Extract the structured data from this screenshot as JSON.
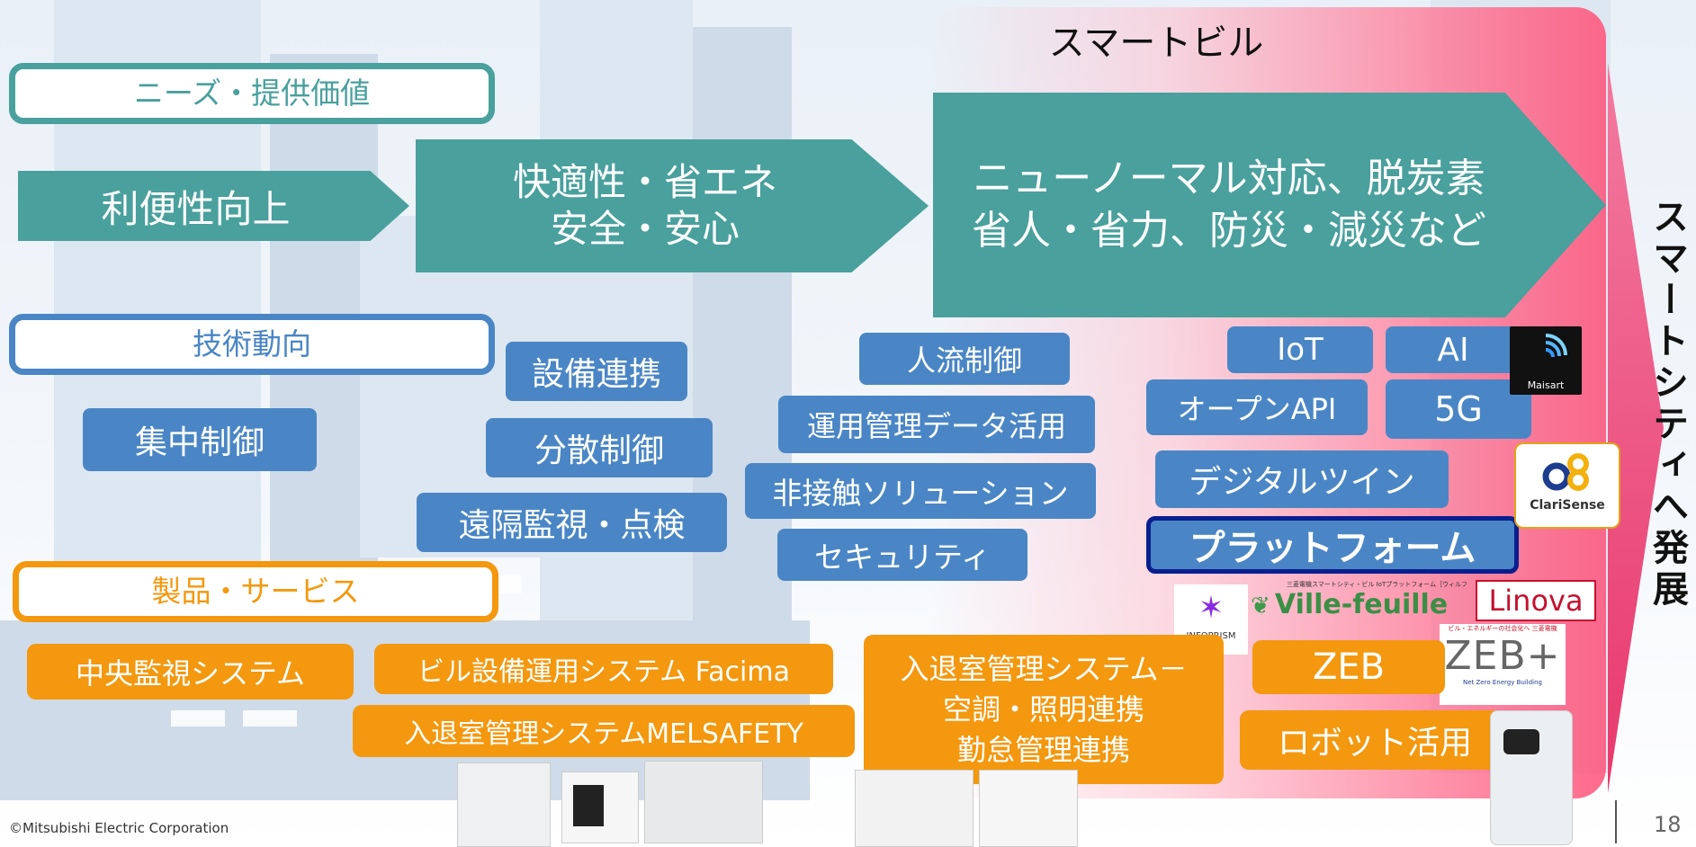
{
  "slide": {
    "smart_building_label": "スマートビル",
    "vertical_title": "スマートシティへ発展",
    "copyright": "©Mitsubishi Electric Corporation",
    "page_number": "18"
  },
  "headers": {
    "needs": "ニーズ・提供価値",
    "tech": "技術動向",
    "products": "製品・サービス"
  },
  "needs_arrows": {
    "a1": "利便性向上",
    "a2_line1": "快適性・省エネ",
    "a2_line2": "安全・安心",
    "a3_line1": "ニューノーマル対応、脱炭素",
    "a3_line2": "省人・省力、防災・減災など"
  },
  "tech_boxes": {
    "central_control": "集中制御",
    "equipment_link": "設備連携",
    "distributed_control": "分散制御",
    "remote_monitoring": "遠隔監視・点検",
    "people_flow": "人流制御",
    "ops_data": "運用管理データ活用",
    "contactless": "非接触ソリューション",
    "security": "セキュリティ",
    "iot": "IoT",
    "ai": "AI",
    "open_api": "オープンAPI",
    "fiveg": "5G",
    "digital_twin": "デジタルツイン",
    "platform": "プラットフォーム"
  },
  "logos": {
    "maisart": "Maisart",
    "clarisense": "ClariSense",
    "ville_feuille": "Ville-feuille",
    "ville_feuille_caption": "三菱電機スマートシティ・ビル IoTプラットフォーム［ウィルフィーユ］",
    "linova": "Linova",
    "infoprism": "INFOPRISM",
    "zeb_plus": "ZEB+",
    "zeb_plus_top": "ビル・エネルギーの社会化へ 三菱電機",
    "zeb_plus_caption": "Net Zero Energy Building"
  },
  "product_boxes": {
    "central_monitoring": "中央監視システム",
    "facima": "ビル設備運用システム Facima",
    "melsafety": "入退室管理システムMELSAFETY",
    "entry_line1": "入退室管理システム－",
    "entry_line2": "空調・照明連携",
    "entry_line3": "勤怠管理連携",
    "zeb": "ZEB",
    "robot": "ロボット活用"
  },
  "colors": {
    "teal": "#49a09d",
    "blue": "#4a86c5",
    "orange": "#f3980f",
    "navy": "#0a1f8f",
    "pink": "#e8386c"
  }
}
